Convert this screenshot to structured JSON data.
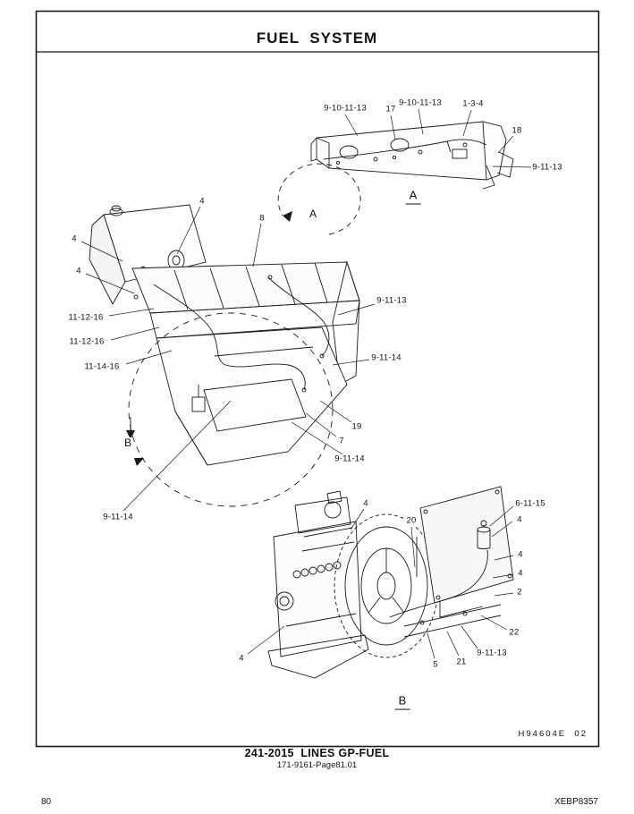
{
  "page": {
    "title": "FUEL  SYSTEM",
    "drawing_ref": "H94604E  02",
    "part_title": "241-2015  LINES GP-FUEL",
    "part_subtitle": "171-9161-Page81.01",
    "page_number": "80",
    "doc_code": "XEBP8357"
  },
  "detail_a": {
    "view_label": "A",
    "callouts": [
      "9-10-11-13",
      "17",
      "9-10-11-13",
      "1-3-4",
      "18",
      "9-11-13"
    ]
  },
  "main_view": {
    "arrow_a_label": "A",
    "arrow_b_label": "B",
    "callouts": [
      "4",
      "8",
      "4",
      "4",
      "9-11-13",
      "11-12-16",
      "11-12-16",
      "11-14-16",
      "9-11-14",
      "19",
      "7",
      "9-11-14",
      "9-11-14"
    ]
  },
  "detail_b": {
    "view_label": "B",
    "callouts": [
      "4",
      "20",
      "6-11-15",
      "4",
      "4",
      "4",
      "2",
      "22",
      "9-11-13",
      "21",
      "5",
      "4"
    ]
  }
}
